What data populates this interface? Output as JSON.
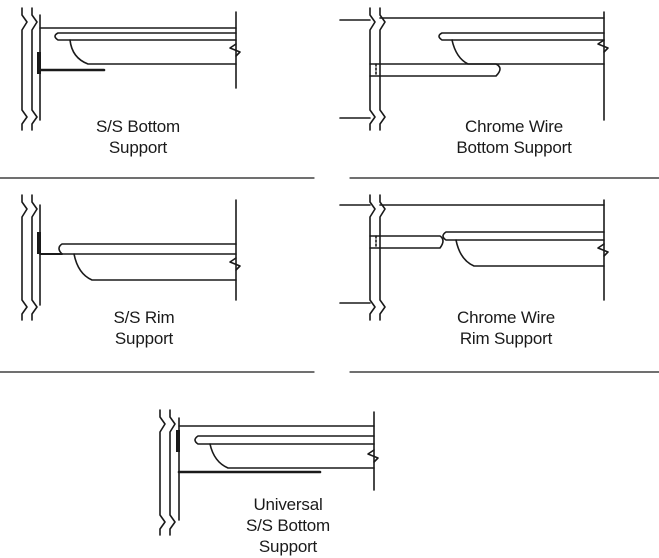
{
  "panels": [
    {
      "id": "ss-bottom",
      "lines": [
        "S/S Bottom",
        "Support"
      ]
    },
    {
      "id": "chrome-bottom",
      "lines": [
        "Chrome Wire",
        "Bottom Support"
      ]
    },
    {
      "id": "ss-rim",
      "lines": [
        "S/S Rim",
        "Support"
      ]
    },
    {
      "id": "chrome-rim",
      "lines": [
        "Chrome Wire",
        "Rim Support"
      ]
    },
    {
      "id": "universal",
      "lines": [
        "Universal",
        "S/S Bottom",
        "Support"
      ]
    }
  ],
  "colors": {
    "stroke": "#1a1a1a",
    "background": "#ffffff"
  }
}
